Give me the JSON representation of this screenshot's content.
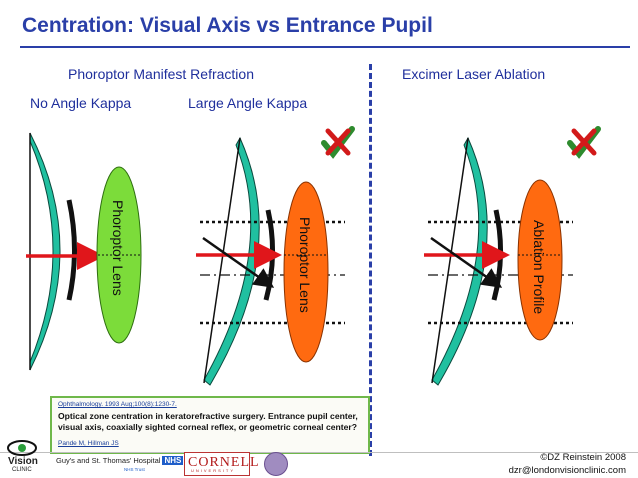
{
  "title": "Centration: Visual Axis vs Entrance Pupil",
  "sections": {
    "phoroptor": "Phoroptor Manifest Refraction",
    "excimer": "Excimer Laser Ablation",
    "no_kappa": "No Angle Kappa",
    "large_kappa": "Large Angle Kappa"
  },
  "lenses": {
    "phoroptor_lens_1": "Phoroptor Lens",
    "phoroptor_lens_2": "Phoroptor Lens",
    "ablation_profile": "Ablation Profile"
  },
  "reference": {
    "journal": "Ophthalmology. 1993 Aug;100(8):1230-7.",
    "text": "Optical zone centration in keratorefractive surgery. Entrance pupil center, visual axis, coaxially sighted corneal reflex, or geometric corneal center?",
    "authors": "Pande M, Hillman JS"
  },
  "footer": {
    "vision_brand": "Vision",
    "vision_sub": "CLINIC",
    "guys": "Guy's and St. Thomas' Hospital",
    "nhs": "NHS",
    "guys_sub": "NHS Trust",
    "cornell": "CORNELL",
    "cornell_sub": "UNIVERSITY",
    "credit_copyright": "©DZ Reinstein 2008",
    "credit_email": "dzr@londonvisionclinic.com"
  },
  "colors": {
    "title": "#2a3fa8",
    "cornea": "#20c0a0",
    "lens_green": "#7cdc3a",
    "lens_orange": "#ff6a10",
    "arrow_red": "#e0161b"
  },
  "icons": [
    "check-cross-icon",
    "check-cross-icon"
  ]
}
